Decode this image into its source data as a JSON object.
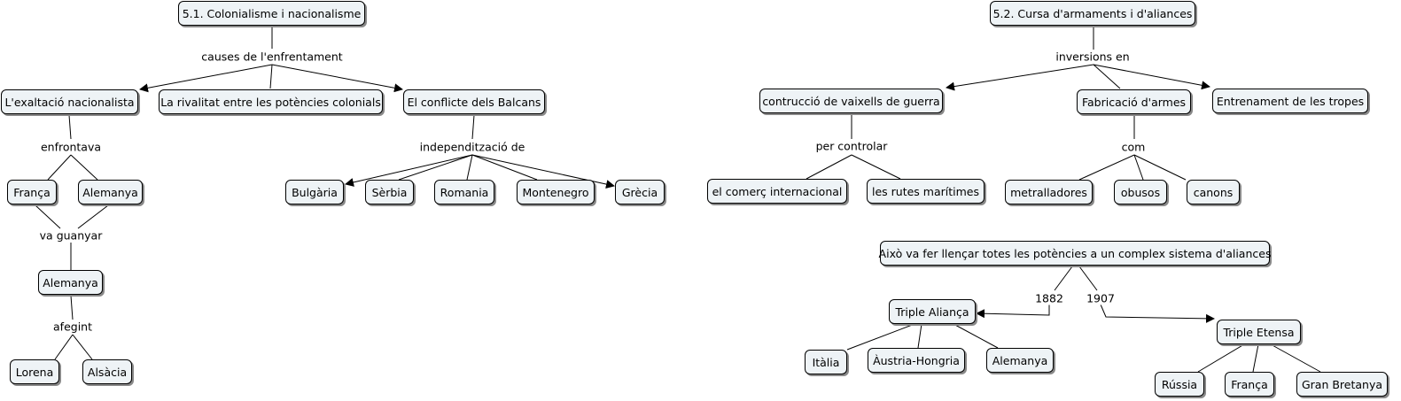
{
  "left": {
    "title": "5.1. Colonialisme i nacionalisme",
    "link_causes": "causes de l'enfrentament",
    "exaltacio": "L'exaltació nacionalista",
    "rivalitat": "La rivalitat entre les potències colonials",
    "balcans": "El conflicte dels Balcans",
    "link_enfrontava": "enfrontava",
    "franca": "França",
    "alemanya": "Alemanya",
    "link_guanyar": "va guanyar",
    "alemanya2": "Alemanya",
    "link_afegint": "afegint",
    "lorena": "Lorena",
    "alsacia": "Alsàcia",
    "link_independitzacio": "independització de",
    "bulgaria": "Bulgària",
    "serbia": "Sèrbia",
    "romania": "Romania",
    "montenegro": "Montenegro",
    "grecia": "Grècia"
  },
  "right": {
    "title": "5.2. Cursa d'armaments i d'aliances",
    "link_inversions": "inversions en",
    "vaixells": "contrucció de vaixells de guerra",
    "armes": "Fabricació d'armes",
    "tropes": "Entrenament de les tropes",
    "link_controlar": "per controlar",
    "comerc": "el comerç internacional",
    "rutes": "les rutes marítimes",
    "link_com": "com",
    "metralladores": "metralladores",
    "obusos": "obusos",
    "canons": "canons",
    "aliances": "Això va fer llençar totes les potències a un complex sistema d'aliances",
    "link_1882": "1882",
    "link_1907": "1907",
    "triple_alianca": "Triple Aliança",
    "triple_etensa": "Triple Etensa",
    "italia": "Itàlia",
    "austria": "Àustria-Hongria",
    "alemanya": "Alemanya",
    "russia": "Rússia",
    "franca": "França",
    "gran_bretanya": "Gran Bretanya"
  }
}
